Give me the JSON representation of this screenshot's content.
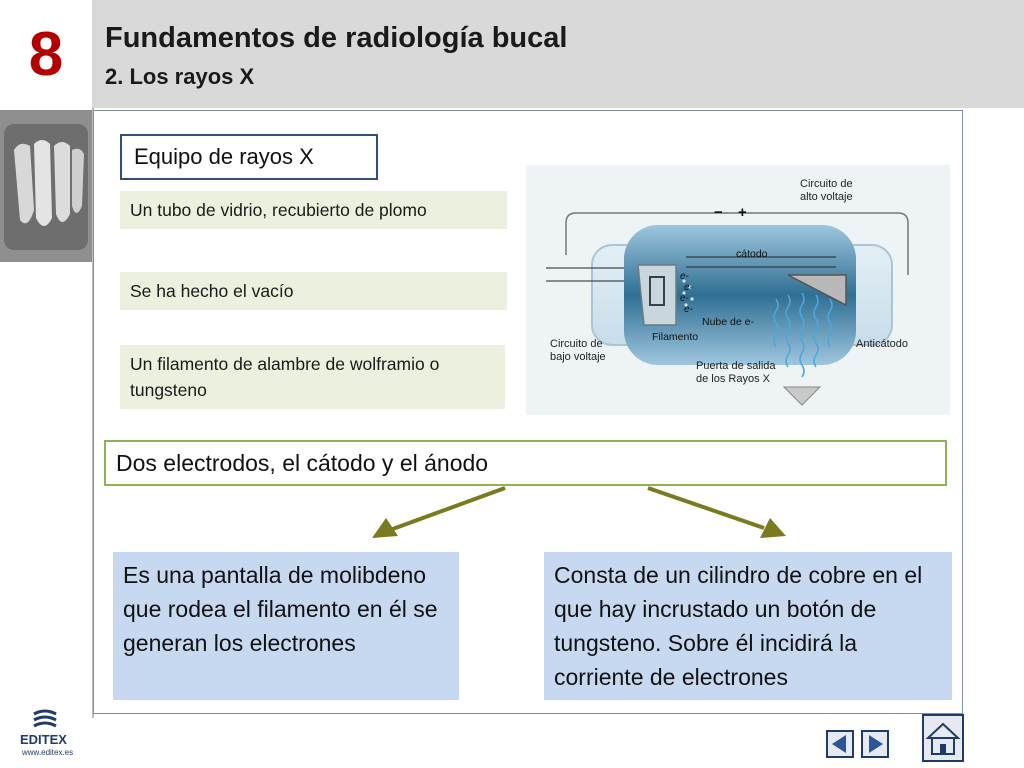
{
  "header": {
    "chapter_number": "8",
    "title": "Fundamentos de radiología bucal",
    "subtitle": "2. Los rayos X"
  },
  "content": {
    "equipment_title": "Equipo de rayos X",
    "components": [
      "Un tubo de vidrio, recubierto de plomo",
      "Se ha hecho el vacío",
      "Un filamento de alambre de wolframio o tungsteno"
    ],
    "electrodes": "Dos electrodos, el cátodo y el ánodo",
    "cathode_desc": "Es una pantalla de molibdeno que rodea el filamento en él se generan los electrones",
    "anode_desc": "Consta de un cilindro de cobre en el que hay incrustado un botón de tungsteno. Sobre él incidirá la corriente de electrones"
  },
  "diagram": {
    "minus": "−",
    "plus": "+",
    "high_voltage": [
      "Circuito de",
      "alto voltaje"
    ],
    "cathode": "cátodo",
    "electron": "e-",
    "electron_cloud": "Nube de e-",
    "filament": "Filamento",
    "low_voltage": [
      "Circuito de",
      "bajo voltaje"
    ],
    "anticathode": "Anticátodo",
    "exit_window": [
      "Puerta de salida",
      "de los Rayos X"
    ]
  },
  "footer": {
    "brand": "EDITEX",
    "url": "www.editex.es"
  },
  "colors": {
    "chapter_number": "#b30000",
    "header_band": "#d9d9d9",
    "title_border": "#2f4f7f",
    "component_bg": "#ebf1de",
    "electrodes_border": "#8db352",
    "desc_bg": "#c6d9f1",
    "arrow": "#7a7a1e"
  },
  "icons": [
    "xray-thumbnail-icon",
    "editex-logo-icon",
    "previous-icon",
    "next-icon",
    "home-icon"
  ]
}
